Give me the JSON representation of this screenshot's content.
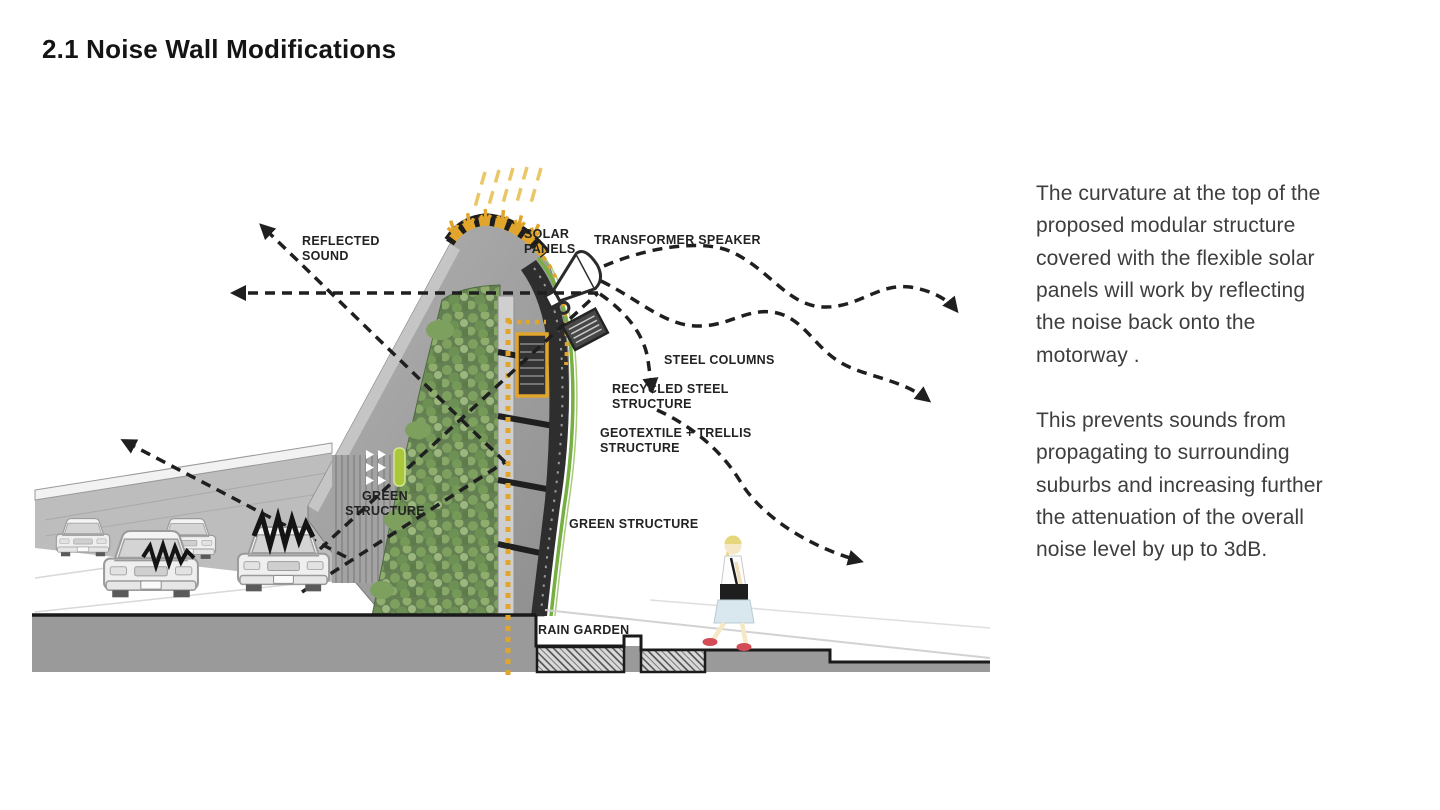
{
  "title": "2.1 Noise Wall Modifications",
  "commentary": {
    "para1": "The curvature at the top of the proposed modular structure covered with the flexible solar panels will work by reflecting the noise back onto the motorway .",
    "para2": "This prevents sounds from propagating to surrounding suburbs and increasing further the attenuation of the overall noise level by up to 3dB."
  },
  "diagram": {
    "labels": {
      "reflected_sound": "REFLECTED\nSOUND",
      "solar_panels": "SOLAR\nPANELS",
      "transformer_speaker": "TRANSFORMER SPEAKER",
      "steel_columns": "STEEL COLUMNS",
      "recycled_steel": "RECYCLED STEEL\nSTRUCTURE",
      "geotextile_trellis": "GEOTEXTILE + TRELLIS\nSTRUCTURE",
      "green_structure_wall": "GREEN\nSTRUCTURE",
      "green_structure_path": "GREEN STRUCTURE",
      "rain_garden": "RAIN GARDEN"
    },
    "icons": {
      "speaker": "megaphone-icon",
      "sun": "sun-rays-icon",
      "noise": "zigzag-noise-icon",
      "sound": "dashed-sound-arrows"
    },
    "colors": {
      "solar_band": "#E2A52C",
      "sun_ray": "#EAC766",
      "green_edge": "#76B043",
      "green_bar": "#A9C93B",
      "wall_gray": "#9B9B9B",
      "ground_gray": "#9A9A9A",
      "steel_dark": "#2E2E2E",
      "arrow_black": "#1F1F1F",
      "skirt_blue": "#D9E8EF",
      "shoes_red": "#D24B55",
      "hair_blonde": "#E6D77E"
    }
  }
}
